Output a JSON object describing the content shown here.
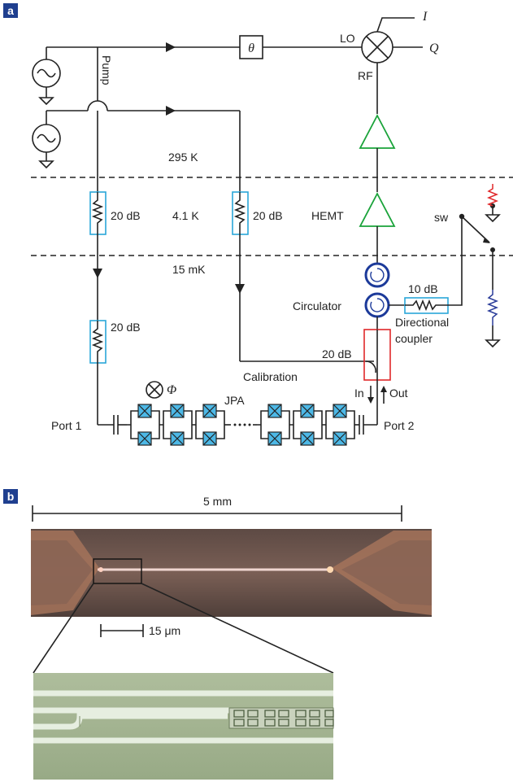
{
  "panel_a": {
    "tag": "a",
    "pump": "Pump",
    "theta": "θ",
    "lo": "LO",
    "rf": "RF",
    "i_out": "I",
    "q_out": "Q",
    "temp_295": "295 K",
    "temp_4": "4.1 K",
    "temp_15": "15 mK",
    "atten_20db": "20 dB",
    "atten_10db": "10 dB",
    "hemt": "HEMT",
    "sw": "sw",
    "circulator": "Circulator",
    "directional": "Directional",
    "coupler": "coupler",
    "calibration": "Calibration",
    "phi": "Φ",
    "jpa": "JPA",
    "port1": "Port 1",
    "port2": "Port 2",
    "in": "In",
    "out": "Out"
  },
  "panel_b": {
    "tag": "b",
    "scale_5mm": "5 mm",
    "scale_15um": "15 μm"
  },
  "colors": {
    "panel_tag_bg": "#1f3f8f",
    "amplifier": "#1aa33a",
    "attenuator_box": "#2aa6d9",
    "circulator": "#1c3a9a",
    "coupler_box": "#e0282a",
    "squid_fill": "#4db8e6",
    "hot_load": "#e0282a",
    "cold_load": "#2b3d9a"
  }
}
